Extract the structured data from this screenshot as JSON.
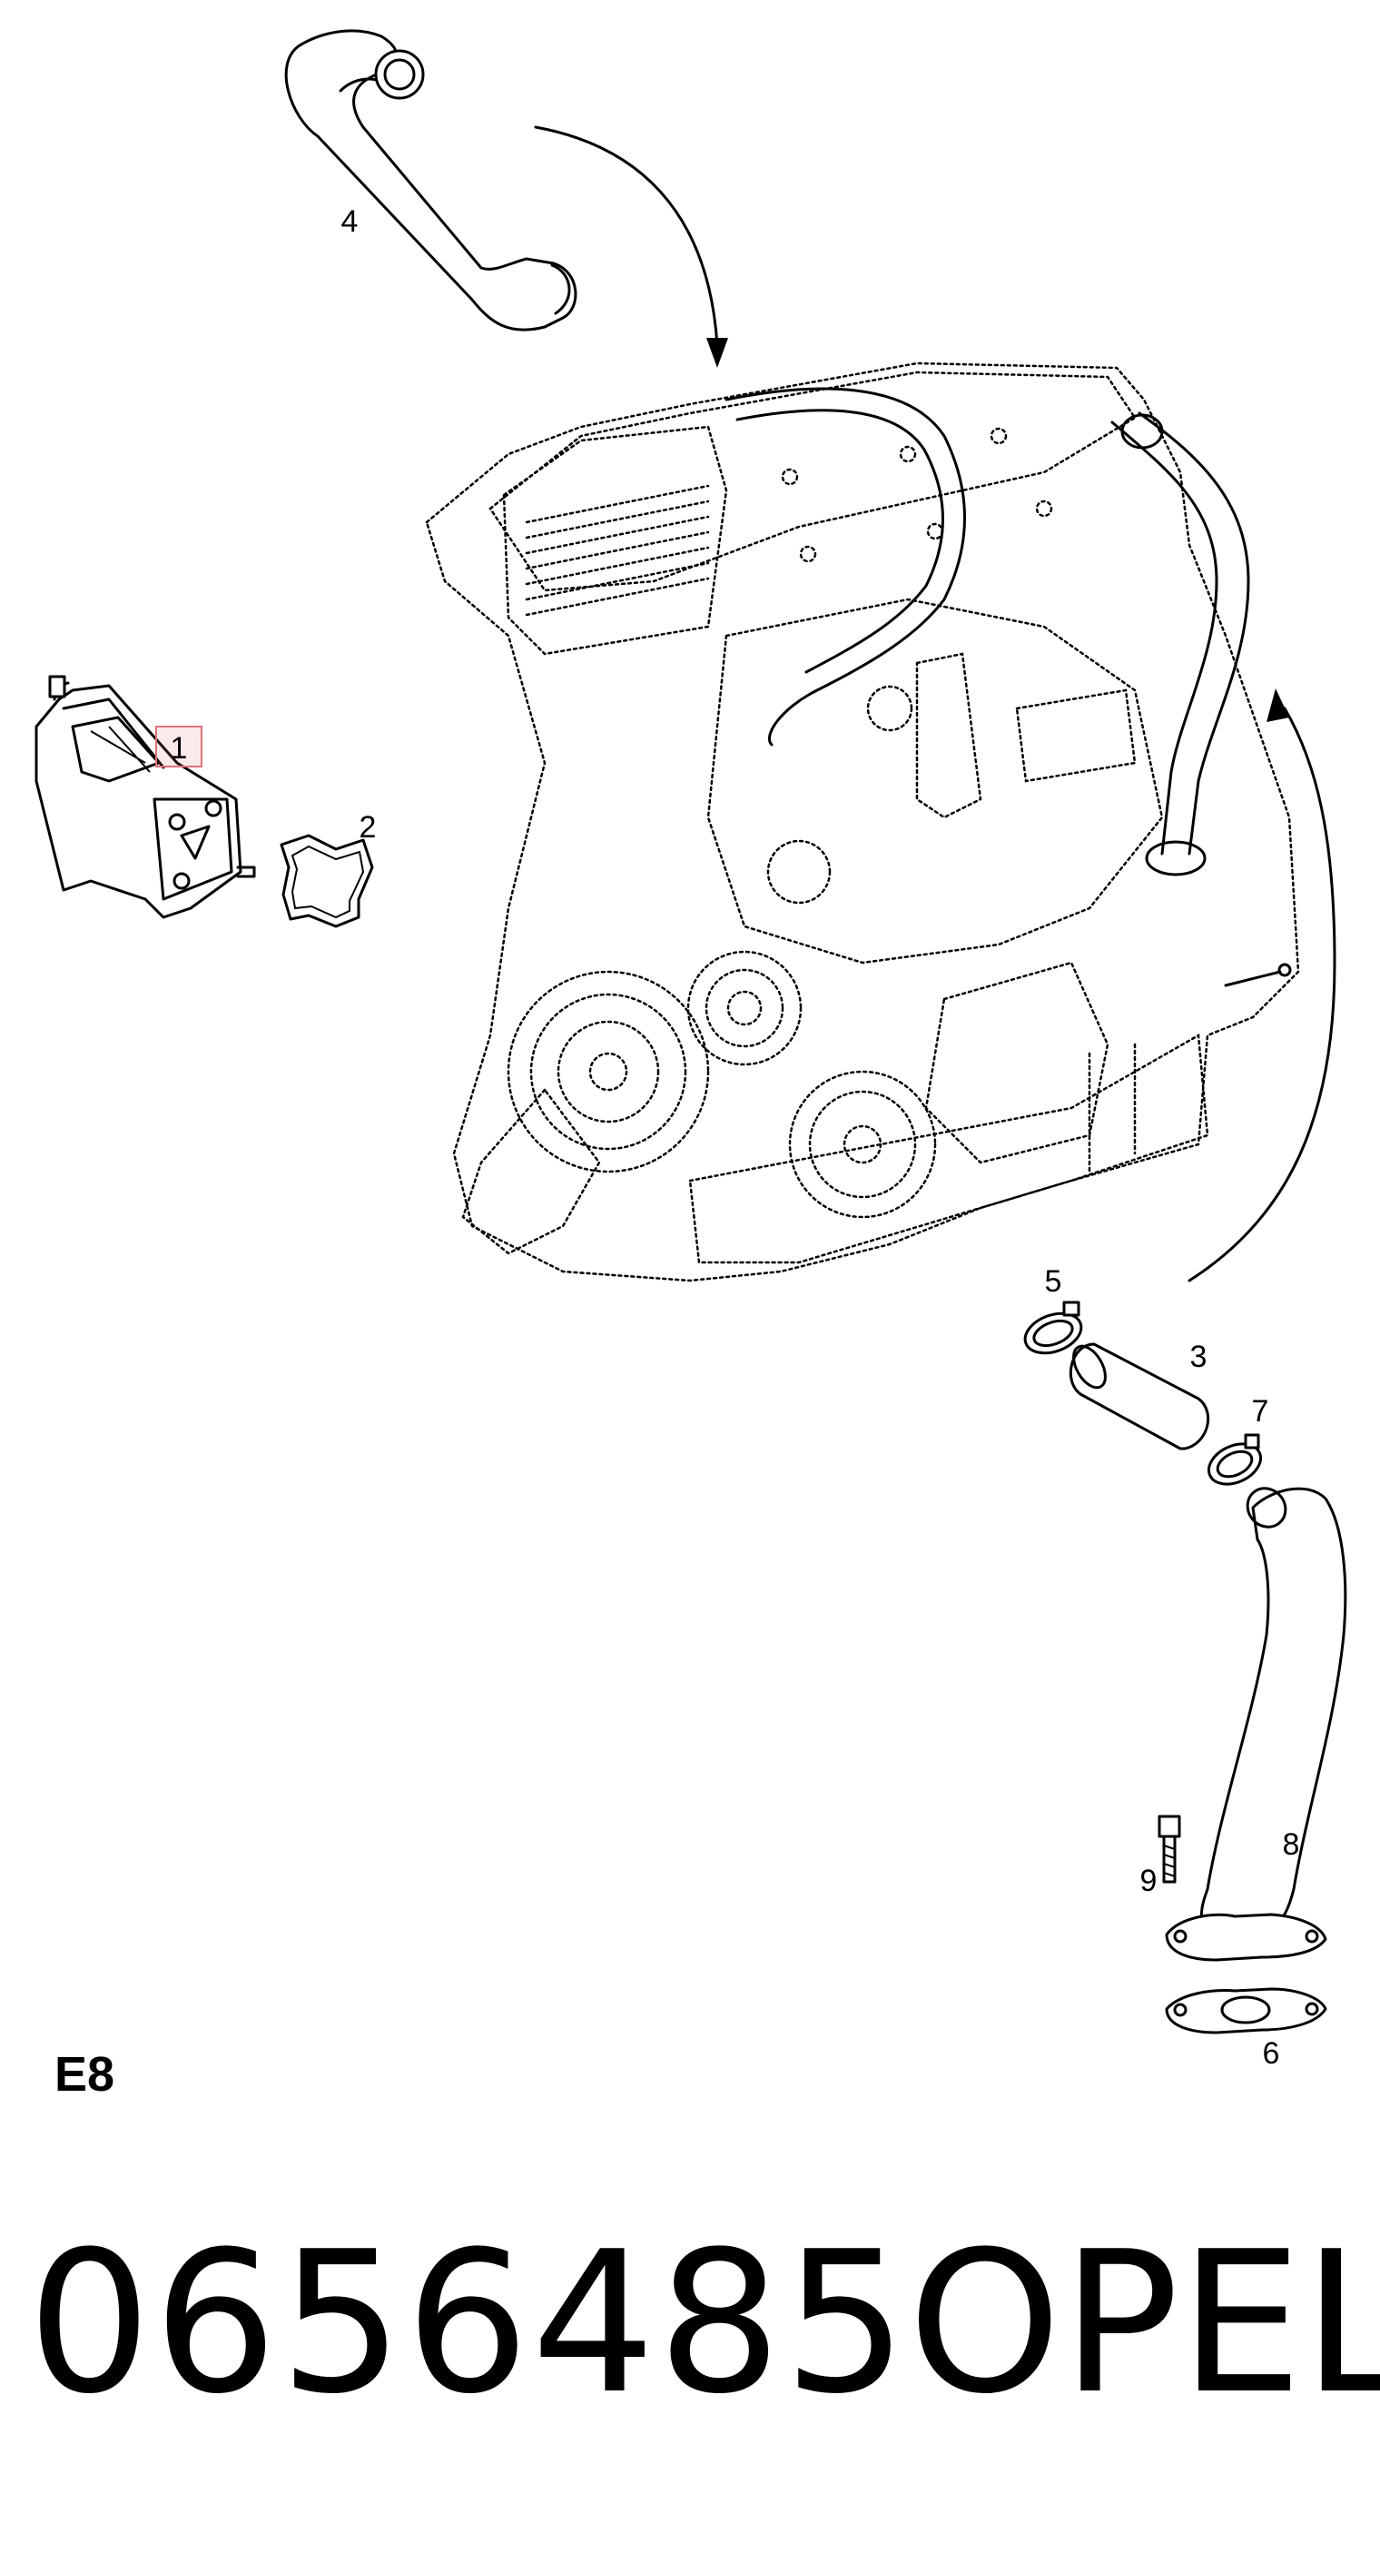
{
  "diagram": {
    "section_code": "E8",
    "callouts": [
      "1",
      "2",
      "3",
      "4",
      "5",
      "6",
      "7",
      "8",
      "9"
    ],
    "highlighted_callout": "1",
    "highlight_color": "#e0707a"
  },
  "footer": {
    "part_number": "0656485",
    "brand": "OPEL"
  }
}
